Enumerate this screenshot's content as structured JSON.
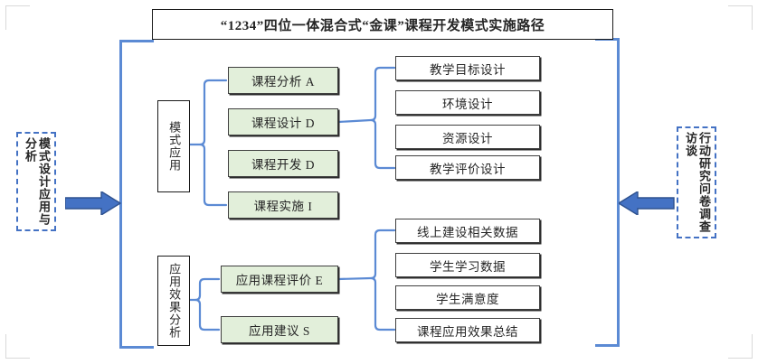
{
  "title": "“1234”四位一体混合式“金课”课程开发模式实施路径",
  "side_panels": {
    "left": "模式设计应用与分析",
    "right": "行动研究问卷调查访谈"
  },
  "arrows": {
    "left_label": "inward-arrow-right",
    "right_label": "inward-arrow-left",
    "color": "#4472C4"
  },
  "branches": [
    {
      "category": "模式应用",
      "items": [
        "课程分析 A",
        "课程设计 D",
        "课程开发 D",
        "课程实施 I"
      ],
      "details": [
        "教学目标设计",
        "环境设计",
        "资源设计",
        "教学评价设计"
      ]
    },
    {
      "category": "应用效果分析",
      "items": [
        "应用课程评价 E",
        "应用建议 S"
      ],
      "details": [
        "线上建设相关数据",
        "学生学习数据",
        "学生满意度",
        "课程应用效果总结"
      ]
    }
  ],
  "colors": {
    "frame_blue": "#5B8AD4",
    "node_green_fill": "#E2EFDA",
    "node_border": "#3F3F3F",
    "dashed_border": "#4472C4",
    "text": "#262626"
  }
}
